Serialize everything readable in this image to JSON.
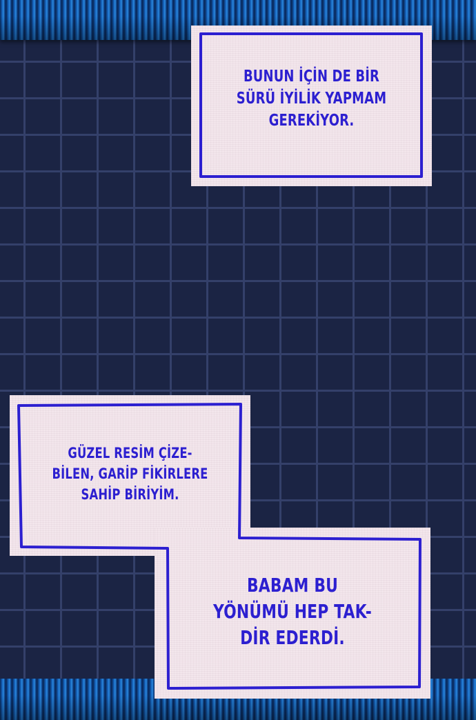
{
  "captions": {
    "top": "BUNUN İÇİN DE BİR\nSÜRÜ İYİLİK YAPMAM\nGEREKİYOR.",
    "middle": "GÜZEL RESİM ÇİZE-\nBİLEN, GARİP FİKİRLERE\nSAHİP BİRİYİM.",
    "bottom": "BABAM BU\nYÖNÜMÜ HEP TAK-\nDİR EDERDİ."
  },
  "colors": {
    "background": "#1b2444",
    "grid": "#34406a",
    "note_paper": "#f3e6ec",
    "ink": "#2c1fd0",
    "stripe": "#1460b8"
  }
}
